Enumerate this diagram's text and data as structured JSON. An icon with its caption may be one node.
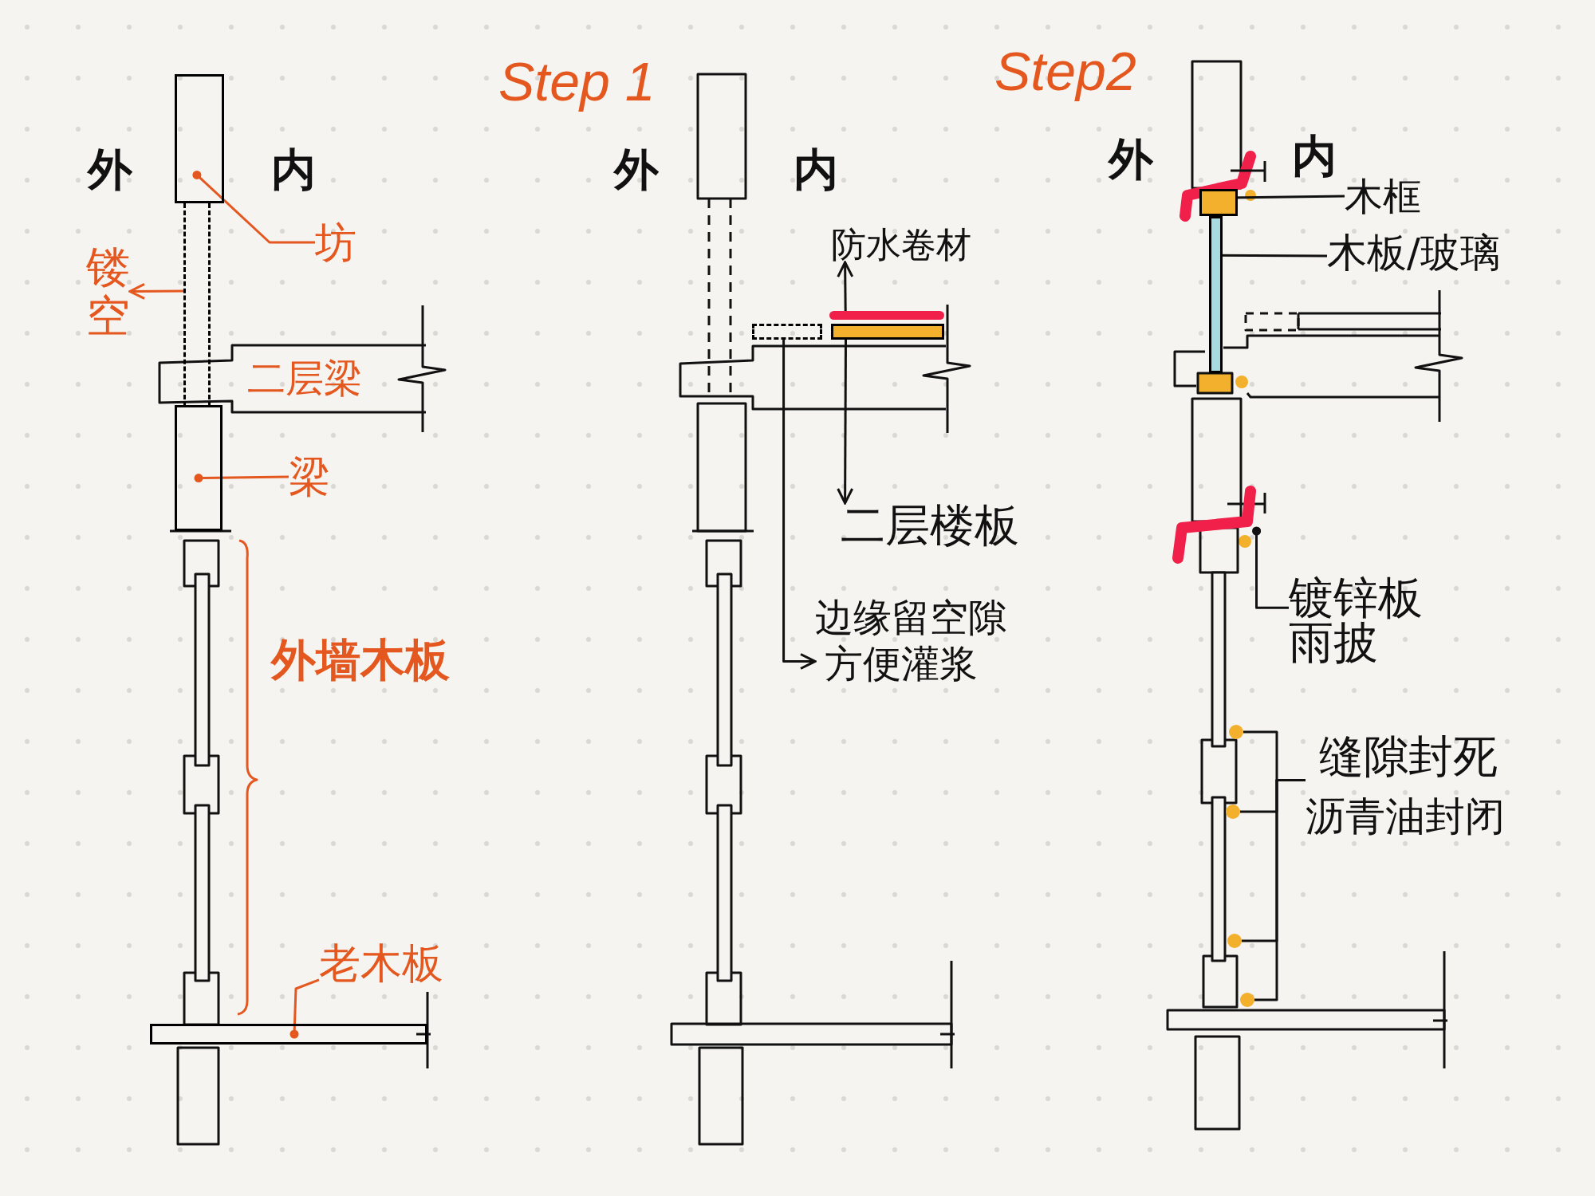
{
  "diagram": {
    "nodes": [
      {
        "text": [
          "二层梁"
        ]
      },
      {
        "text": [],
        "shape": "box"
      },
      {
        "text": [
          "坊"
        ]
      },
      {
        "text": [],
        "shape": "box"
      },
      {
        "text": [
          "镂空"
        ]
      },
      {
        "text": [],
        "shape": "box"
      },
      {
        "text": [
          "梁"
        ]
      },
      {
        "text": [],
        "shape": "box"
      },
      {
        "text": [
          "老木板"
        ]
      },
      {
        "text": [],
        "shape": "bar"
      },
      {
        "text": [
          "防水卷材"
        ]
      },
      {
        "text": [],
        "shape": "box"
      },
      {
        "text": [
          "二层楼板"
        ]
      },
      {
        "text": [],
        "shape": "box"
      },
      {
        "text": [
          "边缘留空隙",
          "方便灌浆"
        ]
      },
      {
        "text": [],
        "shape": "box"
      },
      {
        "text": [
          "木框"
        ]
      },
      {
        "text": [],
        "shape": "box"
      },
      {
        "text": [
          "木板/玻璃"
        ]
      },
      {
        "text": [],
        "shape": "bar"
      },
      {
        "text": [
          "镀锌板雨披"
        ]
      },
      {
        "text": [],
        "shape": "circle"
      },
      {
        "text": [],
        "shape": "circle"
      },
      {
        "text": [],
        "shape": "circle"
      },
      {
        "text": [],
        "shape": "circle"
      },
      {
        "text": [
          "缝隙封死",
          "沥青油封闭"
        ]
      }
    ],
    "edges": [
      {
        "from": 1,
        "to": 2,
        "arrow": "other",
        "color": "#e4571f"
      },
      {
        "from": 3,
        "to": 4,
        "arrow": "to",
        "color": "#e4571f"
      },
      {
        "from": 5,
        "to": 6,
        "arrow": "other",
        "color": "#e4571f"
      },
      {
        "from": 7,
        "to": 8,
        "arrow": "other",
        "color": "#e4571f"
      },
      {
        "from": 9,
        "to": 10,
        "arrow": "to"
      },
      {
        "from": 11,
        "to": 12,
        "arrow": "to"
      },
      {
        "from": 13,
        "to": 14,
        "arrow": "to"
      },
      {
        "from": 15,
        "to": 16,
        "arrow": "other"
      },
      {
        "from": 17,
        "to": 18,
        "arrow": "other"
      },
      {
        "from": 19,
        "to": 20,
        "arrow": "other"
      },
      {
        "from": 21,
        "to": 25,
        "arrow": "none"
      },
      {
        "from": 22,
        "to": 25,
        "arrow": "none"
      },
      {
        "from": 23,
        "to": 25,
        "arrow": "none"
      },
      {
        "from": 24,
        "to": 25,
        "arrow": "none"
      }
    ],
    "labels": [
      "外",
      "内",
      "外墙木板",
      "Step 1",
      "外",
      "内",
      "Step2",
      "外",
      "内"
    ]
  }
}
